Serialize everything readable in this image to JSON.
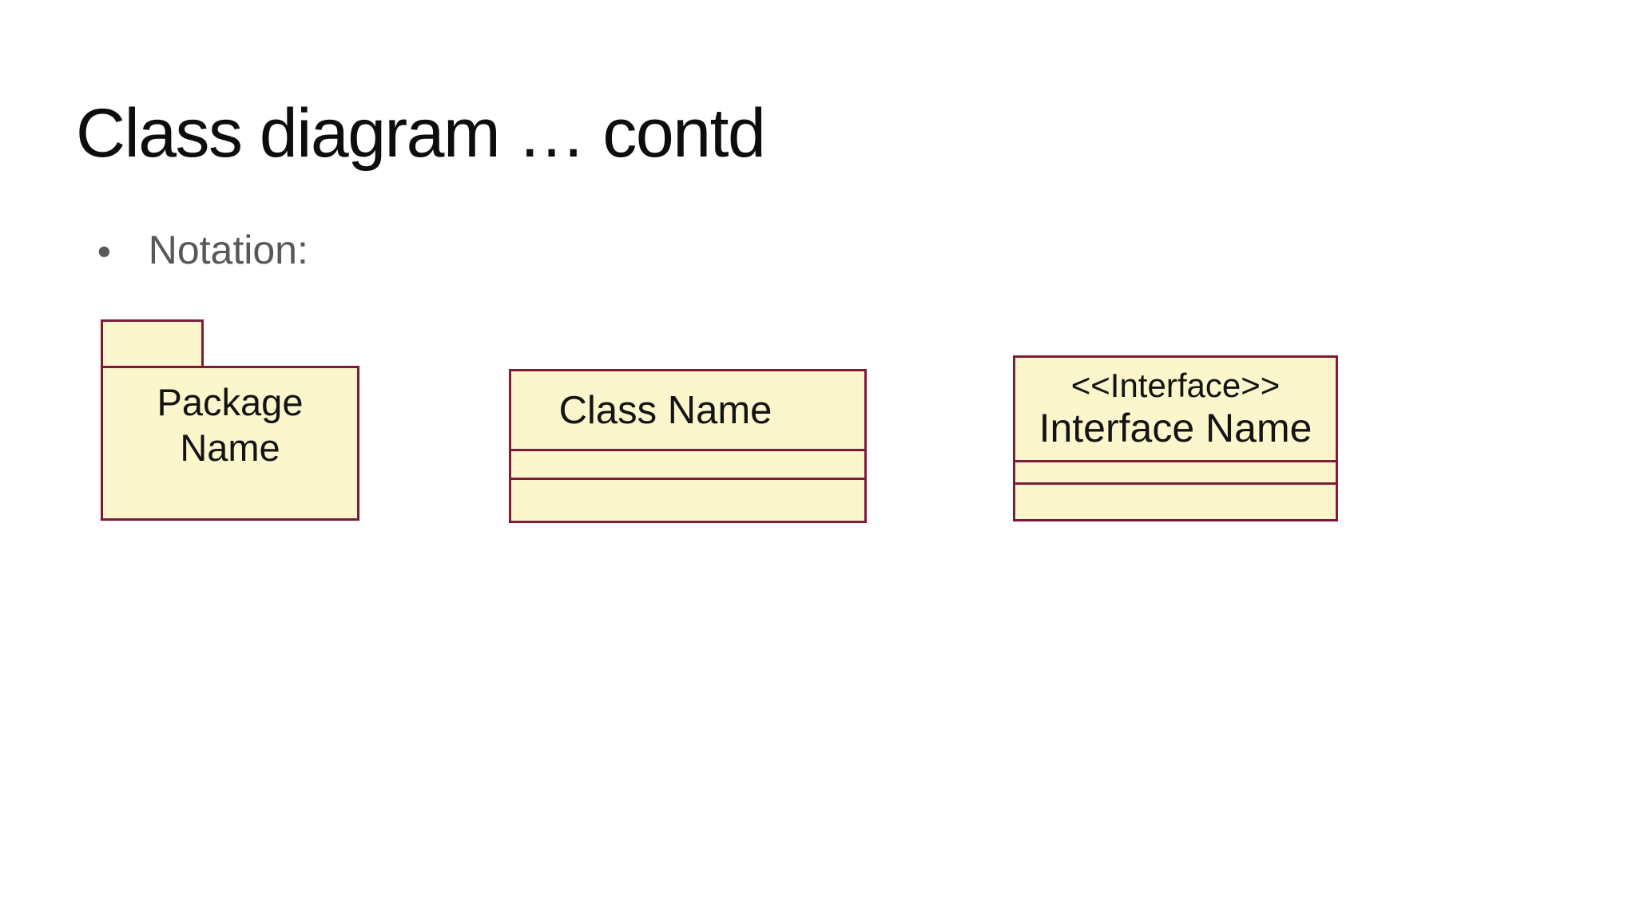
{
  "slide": {
    "title": "Class diagram … contd",
    "bullet": {
      "marker": "●",
      "label": "Notation:"
    }
  },
  "diagram": {
    "package": {
      "label": "Package Name"
    },
    "class_box": {
      "name": "Class Name"
    },
    "interface_box": {
      "stereotype": "<<Interface>>",
      "name": "Interface Name"
    }
  },
  "colors": {
    "background": "#ffffff",
    "title_text": "#0d0d0d",
    "bullet_text": "#58585a",
    "shape_fill": "#fcf6cd",
    "shape_border": "#7e1b38",
    "shape_text": "#141414"
  }
}
